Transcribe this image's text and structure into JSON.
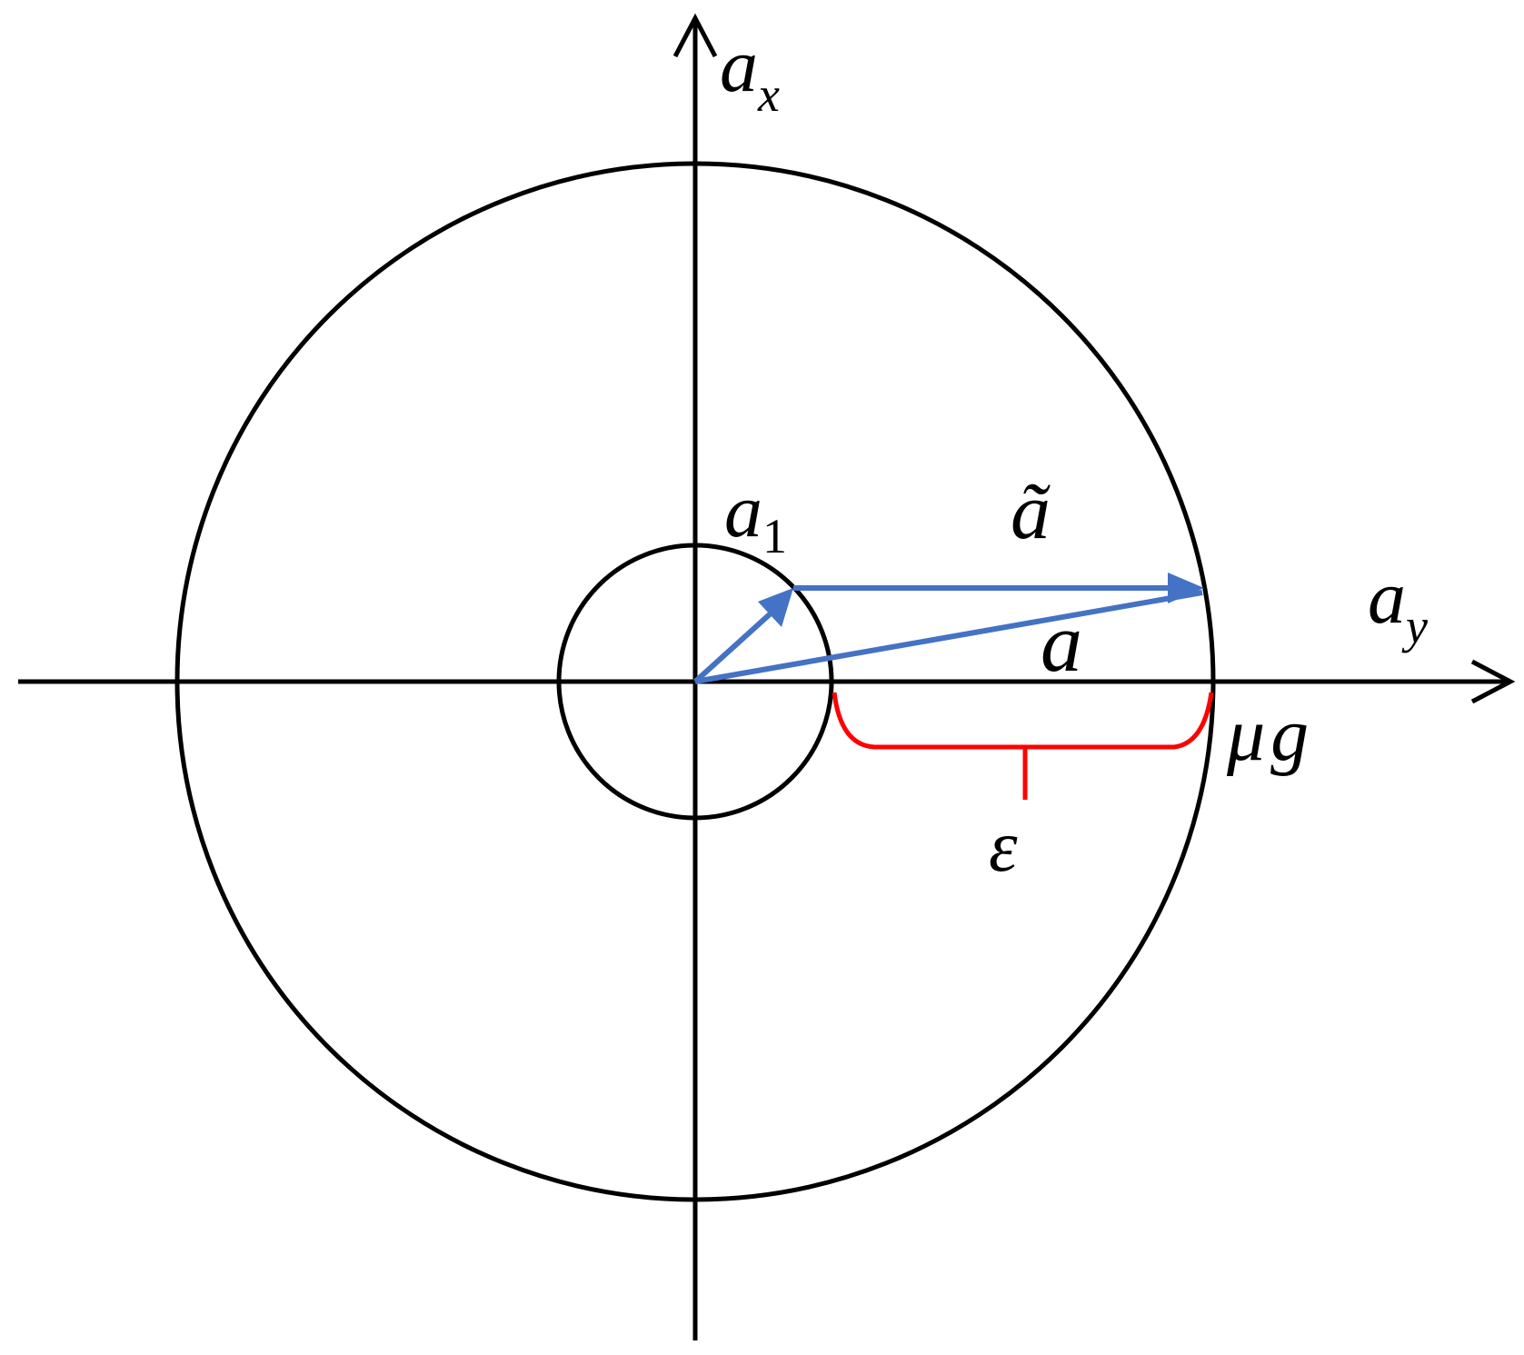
{
  "labels": {
    "ax": {
      "base": "a",
      "sub": "x"
    },
    "ay": {
      "base": "a",
      "sub": "y"
    },
    "a1": {
      "base": "a",
      "sub": "1"
    },
    "a_tilde": {
      "base": "ã"
    },
    "a": {
      "base": "a"
    },
    "mu": "μ",
    "g": "g",
    "epsilon": "ε"
  },
  "colors": {
    "axis": "#000000",
    "circle": "#000000",
    "vector": "#4472C4",
    "bracket": "#FF0000"
  }
}
